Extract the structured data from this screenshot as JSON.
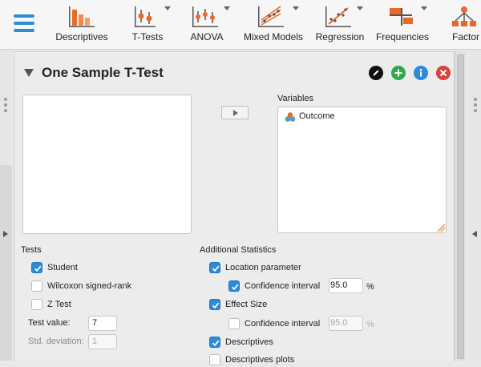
{
  "ribbon": {
    "items": [
      {
        "label": "Descriptives",
        "icon": "descriptives-icon",
        "has_menu": false
      },
      {
        "label": "T-Tests",
        "icon": "t-tests-icon",
        "has_menu": true
      },
      {
        "label": "ANOVA",
        "icon": "anova-icon",
        "has_menu": true
      },
      {
        "label": "Mixed Models",
        "icon": "mixed-models-icon",
        "has_menu": true
      },
      {
        "label": "Regression",
        "icon": "regression-icon",
        "has_menu": true
      },
      {
        "label": "Frequencies",
        "icon": "frequencies-icon",
        "has_menu": true
      },
      {
        "label": "Factor",
        "icon": "factor-icon",
        "has_menu": false
      }
    ],
    "colors": {
      "accent": "#2b8fd6",
      "orange": "#e8692a",
      "teal": "#4aa2a0"
    }
  },
  "analysis": {
    "title": "One Sample T-Test",
    "header_buttons": [
      {
        "name": "edit-title",
        "icon": "pencil-icon",
        "color": "#111111"
      },
      {
        "name": "duplicate",
        "icon": "plus-icon",
        "color": "#2fa94e"
      },
      {
        "name": "info",
        "icon": "info-icon",
        "color": "#2c8ad8"
      },
      {
        "name": "remove",
        "icon": "close-icon",
        "color": "#d9433a"
      }
    ],
    "variables_label": "Variables",
    "variables": [
      {
        "name": "Outcome",
        "icon": "nominal-variable-icon"
      }
    ],
    "move_icon": "arrow-right-icon"
  },
  "tests": {
    "heading": "Tests",
    "options": [
      {
        "label": "Student",
        "checked": true
      },
      {
        "label": "Wilcoxon signed-rank",
        "checked": false
      },
      {
        "label": "Z Test",
        "checked": false
      }
    ],
    "test_value_label": "Test value:",
    "test_value": "7",
    "std_dev_label": "Std. deviation:",
    "std_dev_value": "1"
  },
  "additional": {
    "heading": "Additional Statistics",
    "location_parameter": {
      "label": "Location parameter",
      "checked": true
    },
    "ci_location": {
      "label": "Confidence interval",
      "checked": true,
      "value": "95.0",
      "unit": "%"
    },
    "effect_size": {
      "label": "Effect Size",
      "checked": true
    },
    "ci_effect": {
      "label": "Confidence interval",
      "checked": false,
      "value": "95.0",
      "unit": "%"
    },
    "descriptives": {
      "label": "Descriptives",
      "checked": true
    },
    "descriptives_plots": {
      "label": "Descriptives plots",
      "checked": false
    }
  }
}
